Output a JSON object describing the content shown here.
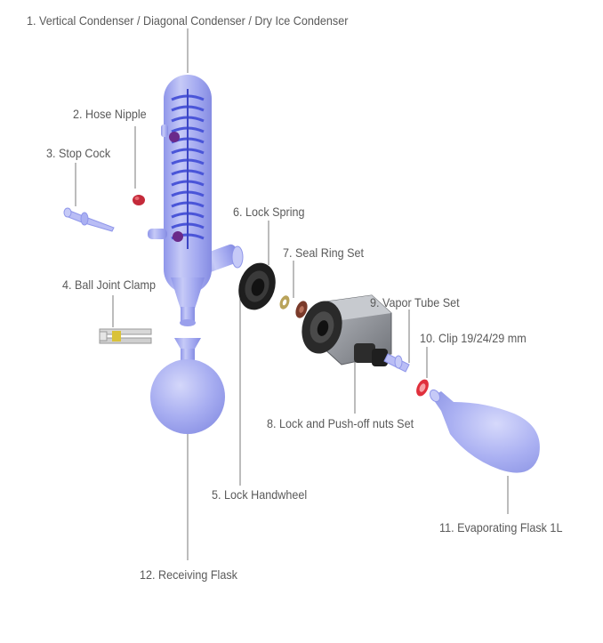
{
  "labels": {
    "condenser": "1. Vertical Condenser / Diagonal Condenser / Dry Ice Condenser",
    "hose_nipple": "2. Hose Nipple",
    "stop_cock": "3. Stop Cock",
    "ball_joint_clamp": "4. Ball Joint Clamp",
    "lock_handwheel": "5. Lock Handwheel",
    "lock_spring": "6. Lock Spring",
    "seal_ring_set": "7. Seal Ring Set",
    "lock_pushoff_nuts": "8. Lock and Push-off nuts Set",
    "vapor_tube_set": "9. Vapor Tube Set",
    "clip": "10. Clip 19/24/29 mm",
    "evaporating_flask": "11.  Evaporating Flask 1L",
    "receiving_flask": "12. Receiving Flask"
  },
  "colors": {
    "glass": "#a9aef2",
    "glass_dark": "#7f86dd",
    "coil": "#4a55d8",
    "valve_red": "#c42a3a",
    "purple_knob": "#6a2a8a",
    "metal_dark": "#2c2c2c",
    "metal_gray": "#8a8d92",
    "clip_red": "#e0303c",
    "leader": "#7a7a7a",
    "text": "#5a5a5a"
  }
}
